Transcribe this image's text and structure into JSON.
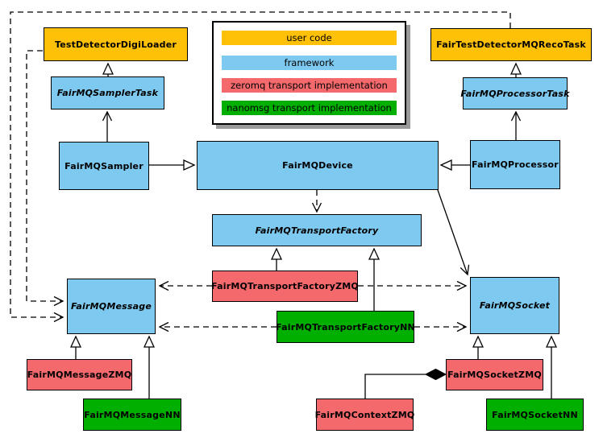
{
  "diagram": {
    "kind": "uml-class-diagram",
    "subject": "FairMQ framework classes and transport implementations"
  },
  "colors": {
    "user_code": "#FFC107",
    "framework": "#7EC9F0",
    "zeromq": "#F4696C",
    "nanomsg": "#00AF00",
    "edge": "#000000",
    "legend_shadow": "#9a9a9a",
    "background": "#ffffff"
  },
  "legend": {
    "items": [
      {
        "label": "user code",
        "category": "user-code",
        "color": "#FFC107"
      },
      {
        "label": "framework",
        "category": "framework",
        "color": "#7EC9F0"
      },
      {
        "label": "zeromq transport implementation",
        "category": "zeromq",
        "color": "#F4696C"
      },
      {
        "label": "nanomsg transport implementation",
        "category": "nanomsg",
        "color": "#00AF00"
      }
    ]
  },
  "nodes": {
    "testDetectorDigiLoader": {
      "label": "TestDetectorDigiLoader",
      "category": "user-code",
      "abstract": false
    },
    "fairMQSamplerTask": {
      "label": "FairMQSamplerTask",
      "category": "framework",
      "abstract": true
    },
    "fairMQSampler": {
      "label": "FairMQSampler",
      "category": "framework",
      "abstract": false
    },
    "fairMQDevice": {
      "label": "FairMQDevice",
      "category": "framework",
      "abstract": false
    },
    "fairTestDetectorMQRecoTask": {
      "label": "FairTestDetectorMQRecoTask",
      "category": "user-code",
      "abstract": false
    },
    "fairMQProcessorTask": {
      "label": "FairMQProcessorTask",
      "category": "framework",
      "abstract": true
    },
    "fairMQProcessor": {
      "label": "FairMQProcessor",
      "category": "framework",
      "abstract": false
    },
    "fairMQTransportFactory": {
      "label": "FairMQTransportFactory",
      "category": "framework",
      "abstract": true
    },
    "fairMQTransportFactoryZMQ": {
      "label": "FairMQTransportFactoryZMQ",
      "category": "zeromq",
      "abstract": false
    },
    "fairMQTransportFactoryNN": {
      "label": "FairMQTransportFactoryNN",
      "category": "nanomsg",
      "abstract": false
    },
    "fairMQMessage": {
      "label": "FairMQMessage",
      "category": "framework",
      "abstract": true
    },
    "fairMQSocket": {
      "label": "FairMQSocket",
      "category": "framework",
      "abstract": true
    },
    "fairMQMessageZMQ": {
      "label": "FairMQMessageZMQ",
      "category": "zeromq",
      "abstract": false
    },
    "fairMQMessageNN": {
      "label": "FairMQMessageNN",
      "category": "nanomsg",
      "abstract": false
    },
    "fairMQSocketZMQ": {
      "label": "FairMQSocketZMQ",
      "category": "zeromq",
      "abstract": false
    },
    "fairMQContextZMQ": {
      "label": "FairMQContextZMQ",
      "category": "zeromq",
      "abstract": false
    },
    "fairMQSocketNN": {
      "label": "FairMQSocketNN",
      "category": "nanomsg",
      "abstract": false
    }
  },
  "relationships": [
    {
      "from": "fairMQSamplerTask",
      "to": "testDetectorDigiLoader",
      "type": "inheritance"
    },
    {
      "from": "fairMQProcessorTask",
      "to": "fairTestDetectorMQRecoTask",
      "type": "inheritance"
    },
    {
      "from": "fairMQSampler",
      "to": "fairMQSamplerTask",
      "type": "association"
    },
    {
      "from": "fairMQProcessor",
      "to": "fairMQProcessorTask",
      "type": "association"
    },
    {
      "from": "fairMQSampler",
      "to": "fairMQDevice",
      "type": "inheritance"
    },
    {
      "from": "fairMQProcessor",
      "to": "fairMQDevice",
      "type": "inheritance"
    },
    {
      "from": "fairMQDevice",
      "to": "fairMQTransportFactory",
      "type": "dependency-dashed"
    },
    {
      "from": "fairMQDevice",
      "to": "fairMQSocket",
      "type": "association"
    },
    {
      "from": "fairMQTransportFactoryZMQ",
      "to": "fairMQTransportFactory",
      "type": "inheritance"
    },
    {
      "from": "fairMQTransportFactoryNN",
      "to": "fairMQTransportFactory",
      "type": "inheritance"
    },
    {
      "from": "fairMQTransportFactoryZMQ",
      "to": "fairMQMessage",
      "type": "dependency-dashed"
    },
    {
      "from": "fairMQTransportFactoryNN",
      "to": "fairMQMessage",
      "type": "dependency-dashed"
    },
    {
      "from": "fairMQTransportFactoryZMQ",
      "to": "fairMQSocket",
      "type": "dependency-dashed"
    },
    {
      "from": "fairMQTransportFactoryNN",
      "to": "fairMQSocket",
      "type": "dependency-dashed"
    },
    {
      "from": "testDetectorDigiLoader",
      "to": "fairMQMessage",
      "type": "dependency-dashed"
    },
    {
      "from": "fairTestDetectorMQRecoTask",
      "to": "fairMQMessage",
      "type": "dependency-dashed"
    },
    {
      "from": "fairMQMessageZMQ",
      "to": "fairMQMessage",
      "type": "inheritance"
    },
    {
      "from": "fairMQMessageNN",
      "to": "fairMQMessage",
      "type": "inheritance"
    },
    {
      "from": "fairMQSocketZMQ",
      "to": "fairMQSocket",
      "type": "inheritance"
    },
    {
      "from": "fairMQSocketNN",
      "to": "fairMQSocket",
      "type": "inheritance"
    },
    {
      "from": "fairMQContextZMQ",
      "to": "fairMQSocketZMQ",
      "type": "composition"
    }
  ]
}
